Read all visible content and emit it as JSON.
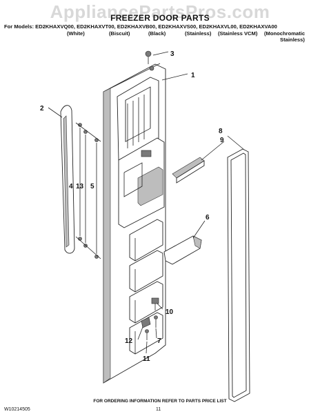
{
  "watermark": "AppliancePartsPros.com",
  "title": "FREEZER DOOR PARTS",
  "models_prefix": "For Models:",
  "models": [
    {
      "model": "ED2KHAXVQ00,",
      "color": "(White)"
    },
    {
      "model": "ED2KHAXVT00,",
      "color": "(Biscuit)"
    },
    {
      "model": "ED2KHAXVB00,",
      "color": "(Black)"
    },
    {
      "model": "ED2KHAXVS00,",
      "color": "(Stainless)"
    },
    {
      "model": "ED2KHAXVL00,",
      "color": "(Stainless VCM)"
    },
    {
      "model": "ED2KHAXVA00",
      "color": "(Monochromatic"
    }
  ],
  "last_color_line2": "Stainless)",
  "callouts": [
    "1",
    "2",
    "3",
    "4",
    "5",
    "6",
    "7",
    "8",
    "9",
    "10",
    "11",
    "12",
    "13"
  ],
  "footer_info": "FOR ORDERING INFORMATION REFER TO PARTS PRICE LIST",
  "doc_id": "W10214505",
  "page_number": "11"
}
